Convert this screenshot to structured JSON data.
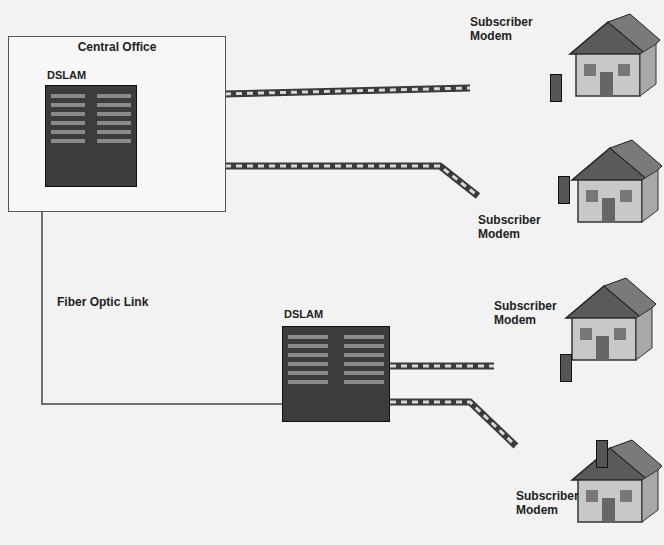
{
  "diagram": {
    "nodes": [
      {
        "text": [
          "Central Office"
        ]
      },
      {
        "text": [
          "DSLAM"
        ],
        "in": 0
      },
      {
        "text": [
          "DSLAM"
        ]
      },
      {
        "text": [
          "Subscriber Modem"
        ]
      },
      {
        "text": [
          "Subscriber Modem"
        ]
      },
      {
        "text": [
          "Subscriber Modem"
        ]
      },
      {
        "text": [
          "Subscriber Modem"
        ]
      }
    ],
    "edges": [
      {
        "from": 1,
        "to": 3,
        "arrow": "none"
      },
      {
        "from": 1,
        "to": 4,
        "arrow": "none"
      },
      {
        "from": 2,
        "to": 5,
        "arrow": "none"
      },
      {
        "from": 2,
        "to": 6,
        "arrow": "none"
      },
      {
        "from": 0,
        "to": 2,
        "label": "Fiber Optic Link",
        "arrow": "none"
      }
    ]
  }
}
